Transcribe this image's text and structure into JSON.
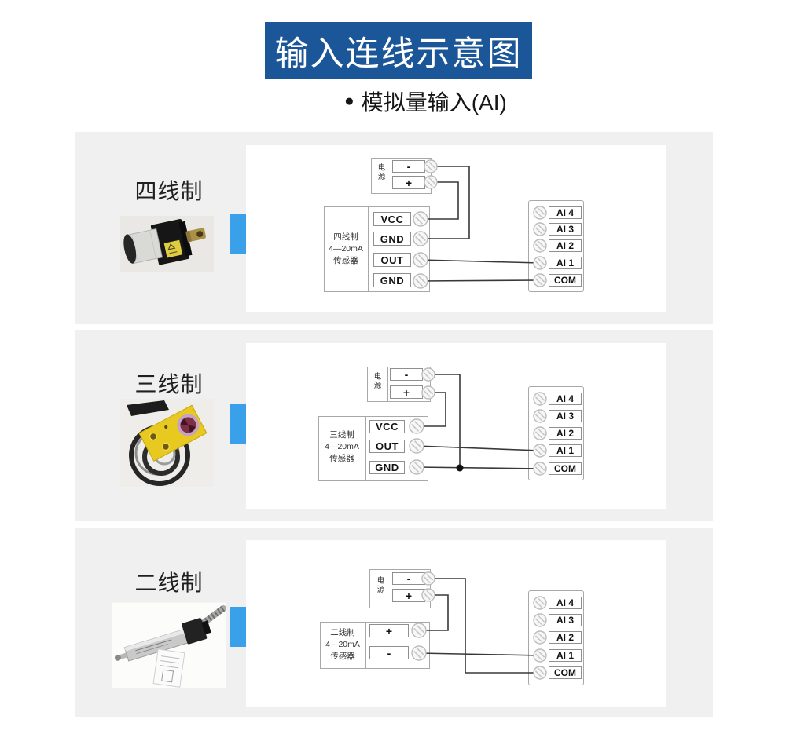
{
  "page": {
    "title_box": {
      "text": "输入连线示意图",
      "bg_color": "#1b5699",
      "text_color": "#ffffff"
    },
    "subtitle": {
      "bullet": "●",
      "text": "模拟量输入(AI)"
    }
  },
  "colors": {
    "band_bg": "#f0f0f0",
    "arrow_blue": "#3aa0e9",
    "wire": "#383838",
    "box_border": "#a8a8a8",
    "junction_dot": "#111111"
  },
  "sections": [
    {
      "label": "四线制",
      "photo": "rotary-encoder-sensor-photo",
      "power": {
        "label": "电源",
        "terminals": [
          "-",
          "+"
        ]
      },
      "sensor": {
        "lines": [
          "四线制",
          "4—20mA",
          "传感器"
        ],
        "terminals": [
          "VCC",
          "GND",
          "OUT",
          "GND"
        ]
      },
      "ai": {
        "terminals": [
          "AI 4",
          "AI 3",
          "AI 2",
          "AI 1",
          "COM"
        ]
      },
      "connections": [
        "电源(-) → 传感器GND",
        "电源(+) → 传感器VCC",
        "传感器OUT → AI 1",
        "传感器GND → COM"
      ]
    },
    {
      "label": "三线制",
      "photo": "photoelectric-sensor-photo",
      "power": {
        "label": "电源",
        "terminals": [
          "-",
          "+"
        ]
      },
      "sensor": {
        "lines": [
          "三线制",
          "4—20mA",
          "传感器"
        ],
        "terminals": [
          "VCC",
          "OUT",
          "GND"
        ]
      },
      "ai": {
        "terminals": [
          "AI 4",
          "AI 3",
          "AI 2",
          "AI 1",
          "COM"
        ]
      },
      "connections": [
        "电源(+) → 传感器VCC",
        "电源(-) → GND/COM 连线节点",
        "传感器OUT → AI 1",
        "传感器GND → COM"
      ]
    },
    {
      "label": "二线制",
      "photo": "linear-transducer-sensor-photo",
      "power": {
        "label": "电源",
        "terminals": [
          "-",
          "+"
        ]
      },
      "sensor": {
        "lines": [
          "二线制",
          "4—20mA",
          "传感器"
        ],
        "terminals": [
          "+",
          "-"
        ]
      },
      "ai": {
        "terminals": [
          "AI 4",
          "AI 3",
          "AI 2",
          "AI 1",
          "COM"
        ]
      },
      "connections": [
        "电源(-) → COM",
        "电源(+) → 传感器(+)",
        "传感器(-) → AI 1"
      ]
    }
  ]
}
